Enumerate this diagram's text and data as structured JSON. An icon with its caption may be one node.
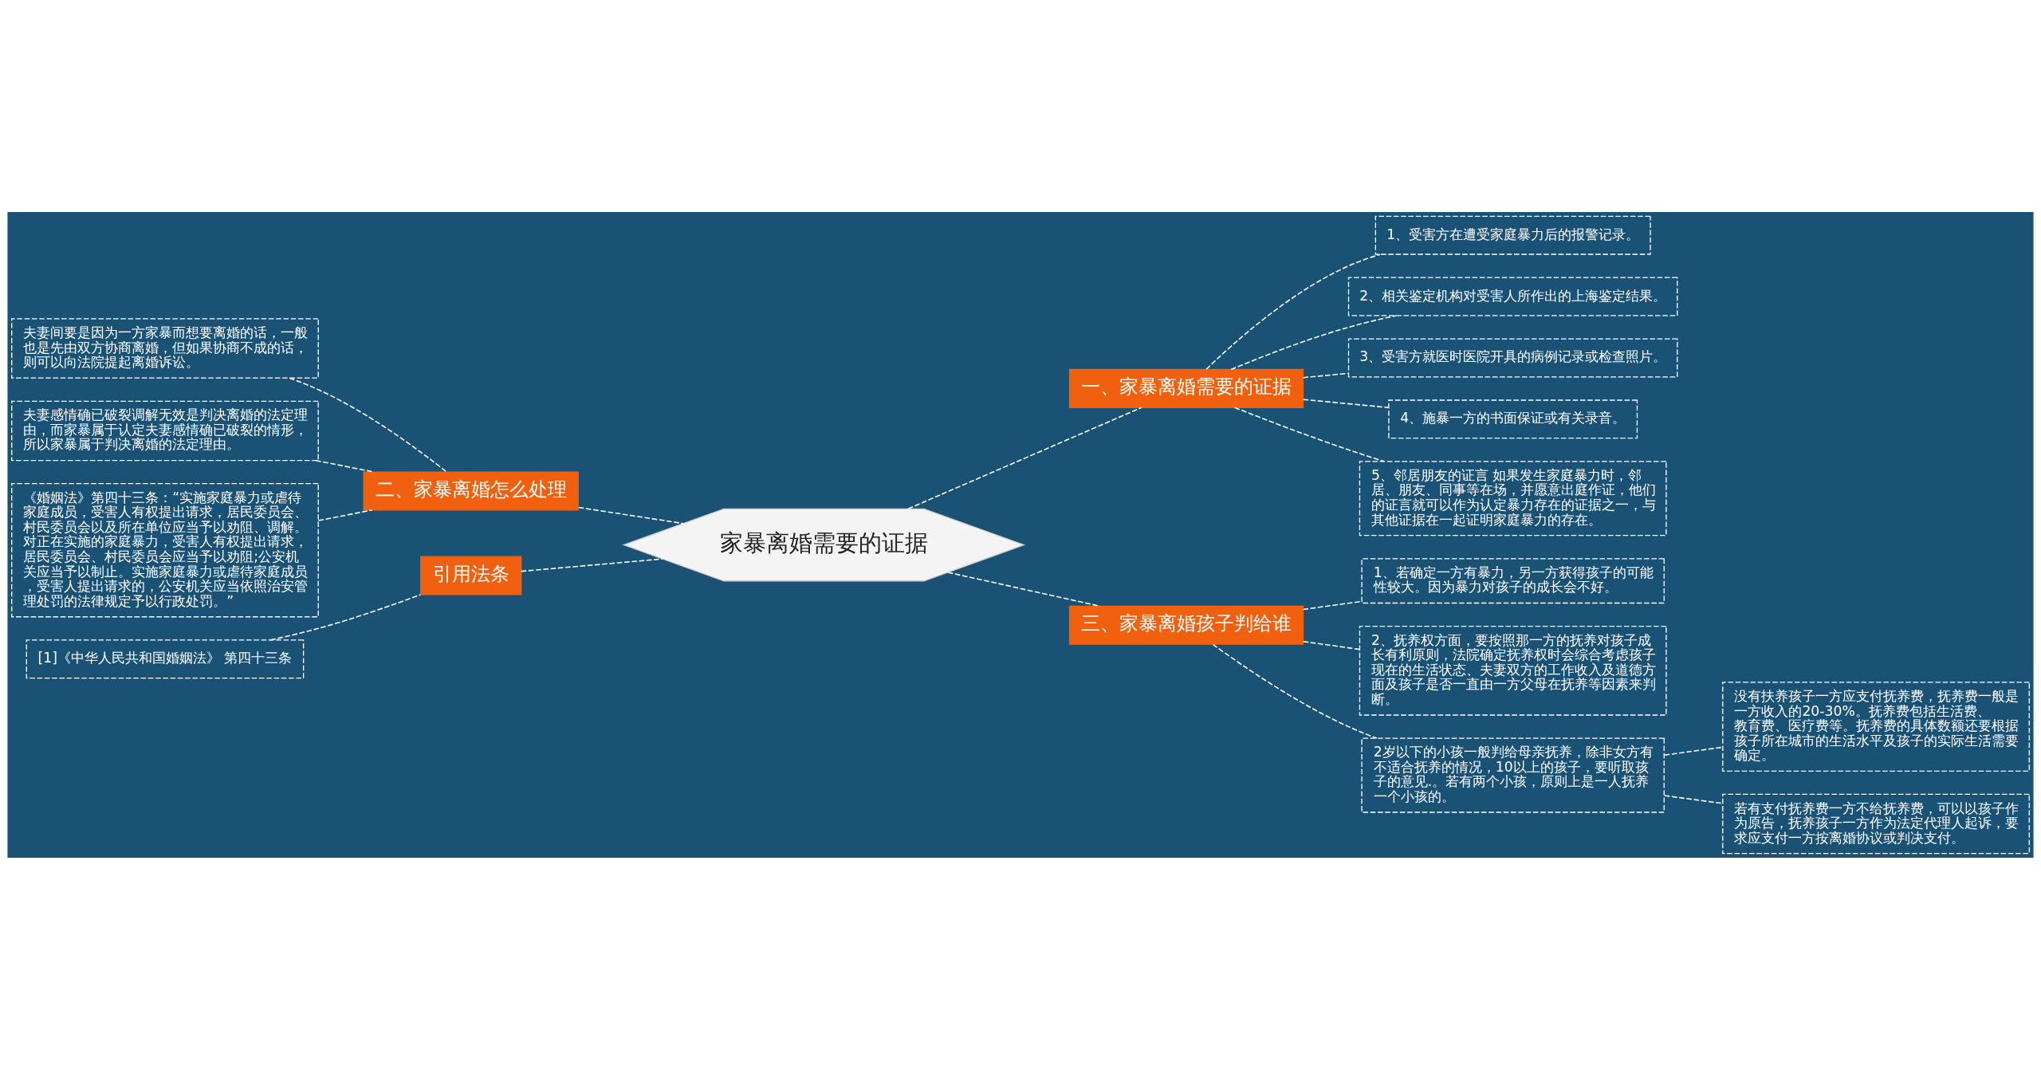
{
  "diagram": {
    "nodes": [
      {
        "text": [
          "家暴离婚需要的证据"
        ]
      },
      {
        "text": [
          "一、家暴离婚需要的证据"
        ]
      },
      {
        "text": [
          "1、受害方在遭受家庭暴力后的报警记录。"
        ]
      },
      {
        "text": [
          "2、相关鉴定机构对受害人所作出的上海鉴定结果。"
        ]
      },
      {
        "text": [
          "3、受害方就医时医院开具的病例记录或检查照片。"
        ]
      },
      {
        "text": [
          "4、施暴一方的书面保证或有关录音。"
        ]
      },
      {
        "text": [
          "5、邻居朋友的证言 如果发生家庭暴力时，邻居、朋友、同事等在场，并愿意出庭作证，他们的证言就可以作为认定暴力存在的证据之一，与其他证据在一起证明家庭暴力的存在。"
        ]
      },
      {
        "text": [
          "三、家暴离婚孩子判给谁"
        ]
      },
      {
        "text": [
          "1、若确定一方有暴力，另一方获得孩子的可能性较大。因为暴力对孩子的成长会不好。"
        ]
      },
      {
        "text": [
          "2、抚养权方面，要按照那一方的抚养对孩子成长有利原则，法院确定抚养权时会综合考虑孩子现在的生活状态、夫妻双方的工作收入及道德方面及孩子是否一直由一方父母在抚养等因素来判断。"
        ]
      },
      {
        "text": [
          "2岁以下的小孩一般判给母亲抚养，除非女方有不适合抚养的情况，10以上的孩子，要听取孩子的意见.。若有两个小孩，原则上是一人抚养一个小孩的。"
        ]
      },
      {
        "text": [
          "没有扶养孩子一方应支付抚养费，抚养费一般是一方收入的20-30%。抚养费包括生活费、教育费、医疗费等。抚养费的具体数额还要根据孩子所在城市的生活水平及孩子的实际生活需要确定。"
        ]
      },
      {
        "text": [
          "若有支付抚养费一方不给抚养费，可以以孩子作为原告，抚养孩子一方作为法定代理人起诉，要求应支付一方按离婚协议或判决支付。"
        ]
      },
      {
        "text": [
          "二、家暴离婚怎么处理"
        ]
      },
      {
        "text": [
          "夫妻间要是因为一方家暴而想要离婚的话，一般也是先由双方协商离婚，但如果协商不成的话，则可以向法院提起离婚诉讼。"
        ]
      },
      {
        "text": [
          "夫妻感情确已破裂调解无效是判决离婚的法定理由，而家暴属于认定夫妻感情确已破裂的情形，所以家暴属于判决离婚的法定理由。"
        ]
      },
      {
        "text": [
          "《婚姻法》第四十三条：“实施家庭暴力或虐待家庭成员，受害人有权提出请求，居民委员会、村民委员会以及所在单位应当予以劝阻、调解。对正在实施的家庭暴力，受害人有权提出请求，居民委员会、村民委员会应当予以劝阻;公安机关应当予以制止。实施家庭暴力或虐待家庭成员，受害人提出请求的，公安机关应当依照治安管理处罚的法律规定予以行政处罚。”"
        ]
      },
      {
        "text": [
          "引用法条"
        ]
      },
      {
        "text": [
          "[1]《中华人民共和国婚姻法》 第四十三条"
        ]
      }
    ],
    "edges": [
      {
        "from": 0,
        "to": 1,
        "arrow": "none",
        "style": "dashed"
      },
      {
        "from": 1,
        "to": 2,
        "arrow": "none",
        "style": "dashed"
      },
      {
        "from": 1,
        "to": 3,
        "arrow": "none",
        "style": "dashed"
      },
      {
        "from": 1,
        "to": 4,
        "arrow": "none",
        "style": "dashed"
      },
      {
        "from": 1,
        "to": 5,
        "arrow": "none",
        "style": "dashed"
      },
      {
        "from": 1,
        "to": 6,
        "arrow": "none",
        "style": "dashed"
      },
      {
        "from": 0,
        "to": 7,
        "arrow": "none",
        "style": "dashed"
      },
      {
        "from": 7,
        "to": 8,
        "arrow": "none",
        "style": "dashed"
      },
      {
        "from": 7,
        "to": 9,
        "arrow": "none",
        "style": "dashed"
      },
      {
        "from": 7,
        "to": 10,
        "arrow": "none",
        "style": "dashed"
      },
      {
        "from": 10,
        "to": 11,
        "arrow": "none",
        "style": "dashed"
      },
      {
        "from": 10,
        "to": 12,
        "arrow": "none",
        "style": "dashed"
      },
      {
        "from": 13,
        "to": 0,
        "arrow": "none",
        "style": "dashed"
      },
      {
        "from": 14,
        "to": 13,
        "arrow": "none",
        "style": "dashed"
      },
      {
        "from": 15,
        "to": 13,
        "arrow": "none",
        "style": "dashed"
      },
      {
        "from": 16,
        "to": 13,
        "arrow": "none",
        "style": "dashed"
      },
      {
        "from": 17,
        "to": 0,
        "arrow": "none",
        "style": "dashed"
      },
      {
        "from": 18,
        "to": 17,
        "arrow": "none",
        "style": "dashed"
      }
    ]
  }
}
